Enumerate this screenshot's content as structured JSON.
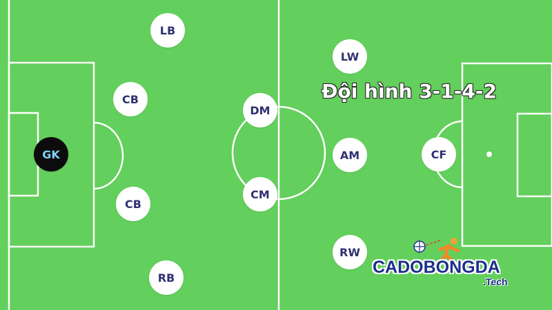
{
  "title": "Đội hình 3-1-4-2",
  "colors": {
    "pitch": "#63cf5c",
    "lines": "#ffffff",
    "player_fill": "#ffffff",
    "player_text": "#2f3170",
    "goalkeeper_fill": "#0c0c0c",
    "goalkeeper_text": "#7fd3ff",
    "brand": "#1c2f8c"
  },
  "players": {
    "gk": "GK",
    "lb": "LB",
    "cb_top": "CB",
    "cb_bottom": "CB",
    "rb": "RB",
    "dm": "DM",
    "cm": "CM",
    "lw": "LW",
    "am": "AM",
    "rw": "RW",
    "cf": "CF"
  },
  "logo": {
    "brand": "CADOBONGDA",
    "suffix": ".Tech"
  }
}
